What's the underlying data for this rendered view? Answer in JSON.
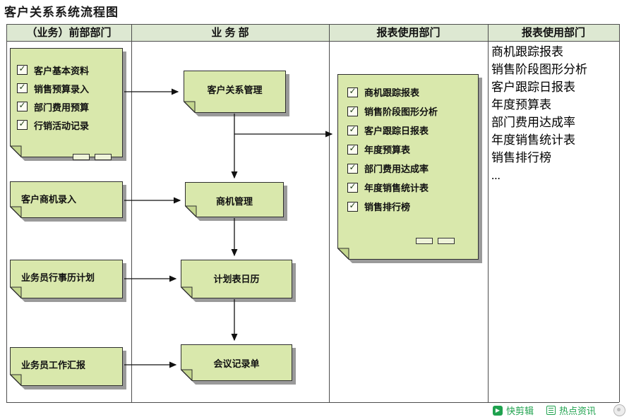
{
  "title": "客户关系系统流程图",
  "headers": [
    "（业务）前部部门",
    "业 务 部",
    "报表使用部门",
    "报表使用部门"
  ],
  "flow": {
    "source_doc": {
      "items": [
        "客户基本资料",
        "销售预算录入",
        "部门费用预算",
        "行销活动记录"
      ]
    },
    "opportunity_input": "客户商机录入",
    "calendar_plan": "业务员行事历计划",
    "work_report": "业务员工作汇报",
    "crm": "客户关系管理",
    "opportunity_mgmt": "商机管理",
    "schedule": "计划表日历",
    "meeting_record": "会议记录单",
    "report_doc": {
      "items": [
        "商机跟踪报表",
        "销售阶段图形分析",
        "客户跟踪日报表",
        "年度预算表",
        "部门费用达成率",
        "年度销售统计表",
        "销售排行榜"
      ]
    }
  },
  "report_list": [
    "商机跟踪报表",
    "销售阶段图形分析",
    "客户跟踪日报表",
    "年度预算表",
    "部门费用达成率",
    "年度销售统计表",
    "销售排行榜",
    "..."
  ],
  "toolbar": {
    "quick_clip": "快剪辑",
    "hot_news": "热点资讯"
  },
  "icons": {
    "check": "✓",
    "play": "▶"
  },
  "colors": {
    "header_bg": "#dde8d2",
    "doc_fill": "#d9e8ac",
    "doc_fold": "#c4d78e",
    "shadow": "#9a9a9a",
    "grid_line": "#4d4d4d",
    "accent_green": "#1fa24e"
  }
}
